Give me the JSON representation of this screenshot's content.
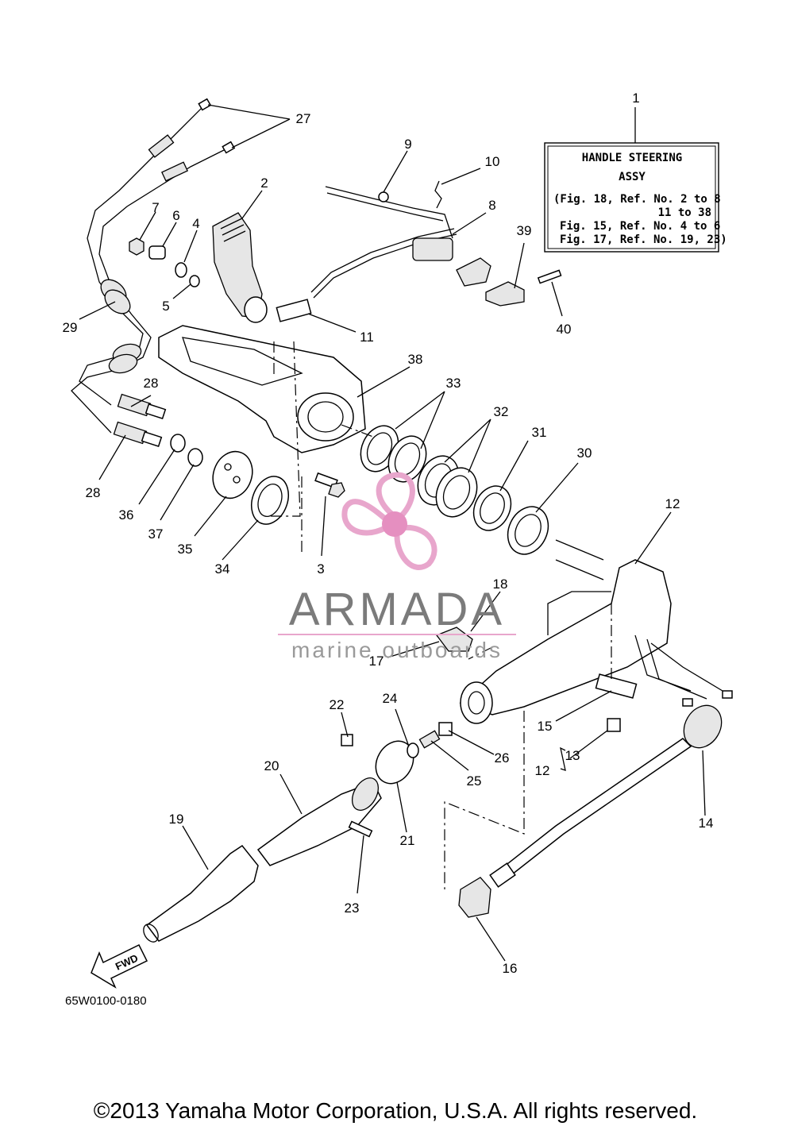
{
  "info_box": {
    "title_line1": "HANDLE STEERING",
    "title_line2": "ASSY",
    "ref_line1": "(Fig. 18, Ref. No. 2 to 8",
    "ref_line2": "11 to 38",
    "ref_line3": "Fig. 15, Ref. No. 4 to 6",
    "ref_line4": "Fig. 17, Ref. No. 19, 23)"
  },
  "callouts": [
    "1",
    "2",
    "3",
    "4",
    "5",
    "6",
    "7",
    "8",
    "9",
    "10",
    "11",
    "12",
    "12",
    "13",
    "14",
    "15",
    "16",
    "17",
    "18",
    "19",
    "20",
    "21",
    "22",
    "23",
    "24",
    "25",
    "26",
    "27",
    "28",
    "28",
    "29",
    "30",
    "31",
    "32",
    "33",
    "34",
    "35",
    "36",
    "37",
    "38",
    "39",
    "40"
  ],
  "fwd_label": "FWD",
  "part_code": "65W0100-0180",
  "watermark": {
    "brand": "ARMADA",
    "tagline": "marine outboards",
    "colors": {
      "logo_pink": "#e8a6cc",
      "logo_hub": "#e58fc0",
      "text_gray": "#7b7b7b"
    }
  },
  "copyright": "©2013 Yamaha Motor Corporation, U.S.A. All rights reserved."
}
